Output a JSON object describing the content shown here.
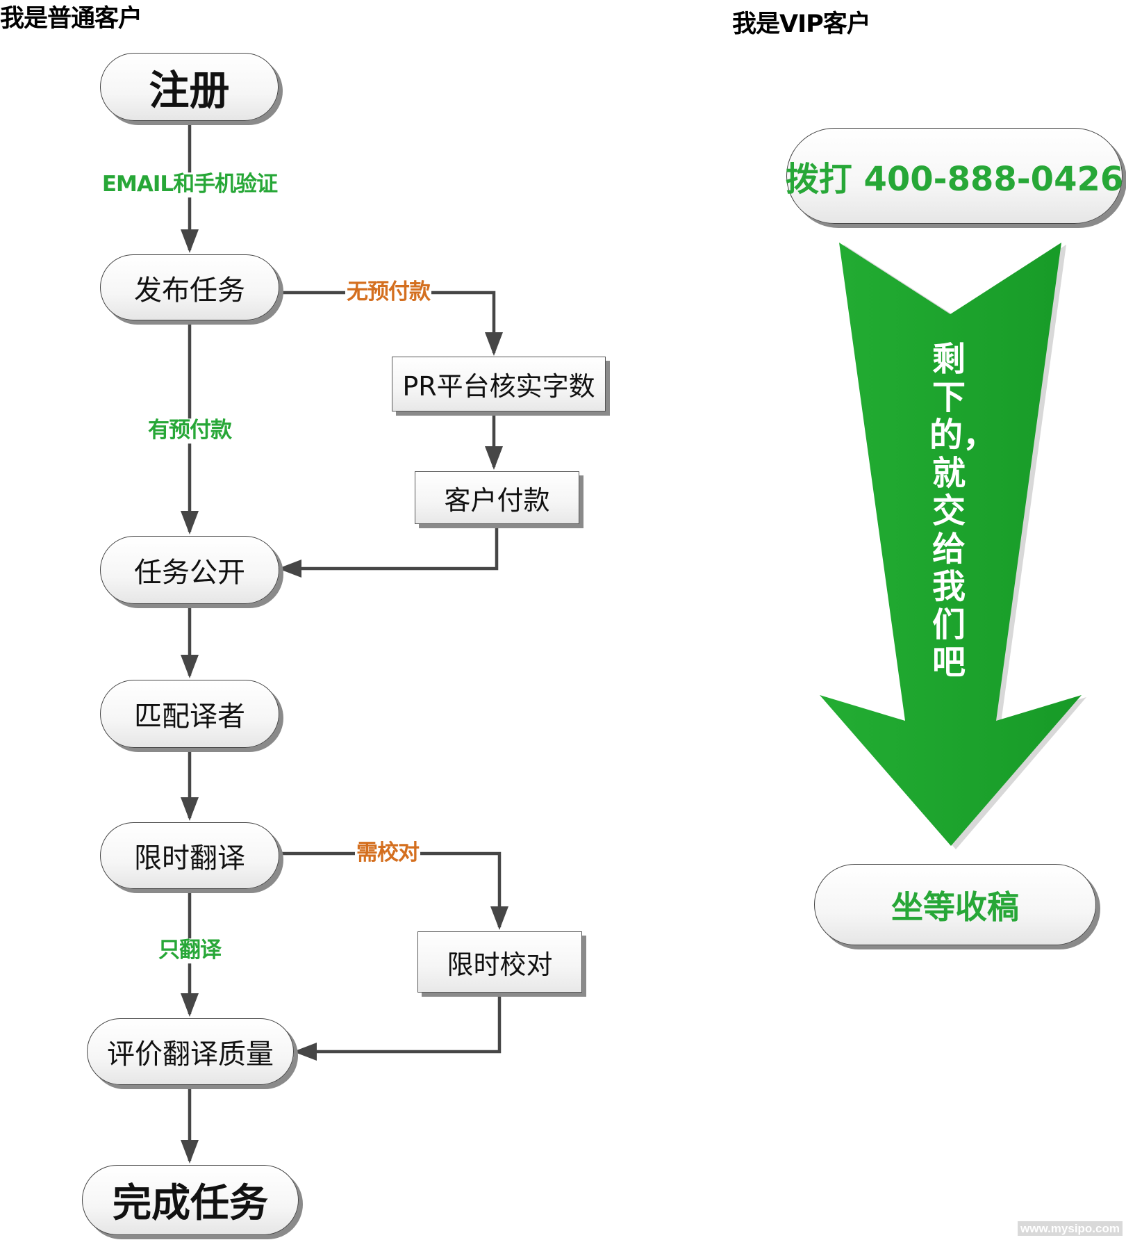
{
  "normal_flow": {
    "heading": "我是普通客户",
    "nodes": {
      "register": "注册",
      "publish_task": "发布任务",
      "pr_verify_wordcount": "PR平台核实字数",
      "customer_payment": "客户付款",
      "task_public": "任务公开",
      "match_translator": "匹配译者",
      "timed_translation": "限时翻译",
      "timed_proofreading": "限时校对",
      "rate_quality": "评价翻译质量",
      "complete_task": "完成任务"
    },
    "edge_labels": {
      "email_phone_verify": "EMAIL和手机验证",
      "no_prepayment": "无预付款",
      "has_prepayment": "有预付款",
      "needs_proofreading": "需校对",
      "translation_only": "只翻译"
    }
  },
  "vip_flow": {
    "heading": "我是VIP客户",
    "call_label": "拨打 400-888-0426",
    "arrow_text": "剩下的，就交给我们吧",
    "wait_label": "坐等收稿"
  },
  "colors": {
    "green": "#27a737",
    "orange": "#d46f1f",
    "arrow_green": "#1ea62e",
    "connector": "#464646"
  },
  "watermark": "www.mysipo.com"
}
